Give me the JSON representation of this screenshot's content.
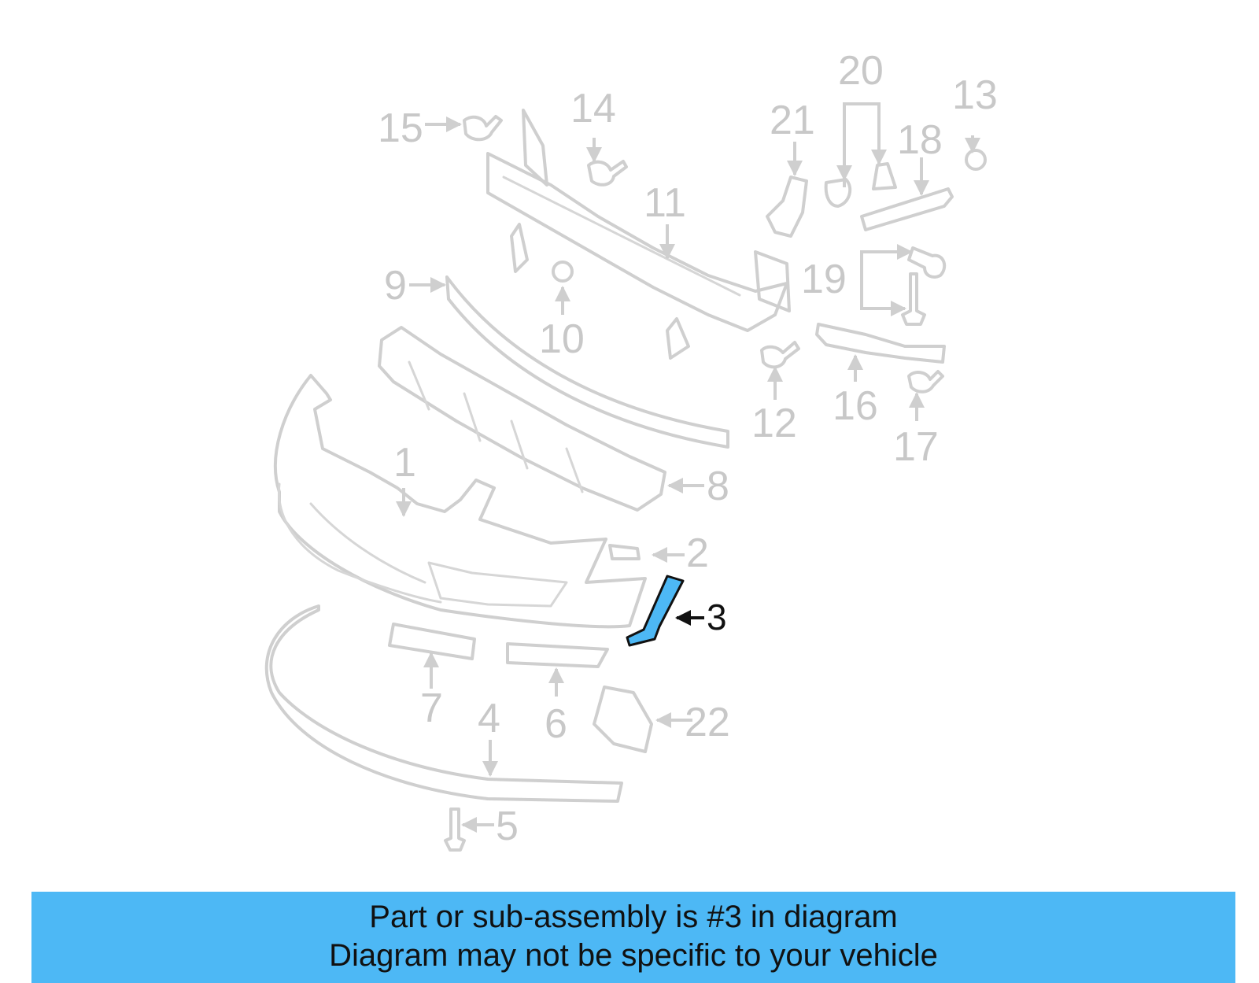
{
  "diagram": {
    "highlighted_part": "3",
    "highlight_color": "#4db8f5",
    "callouts": [
      "1",
      "2",
      "3",
      "4",
      "5",
      "6",
      "7",
      "8",
      "9",
      "10",
      "11",
      "12",
      "13",
      "14",
      "15",
      "16",
      "17",
      "18",
      "19",
      "20",
      "21",
      "22"
    ]
  },
  "banner": {
    "line1": "Part or sub-assembly is #3 in diagram",
    "line2": "Diagram may not be specific to your vehicle",
    "background": "#4db8f5"
  }
}
